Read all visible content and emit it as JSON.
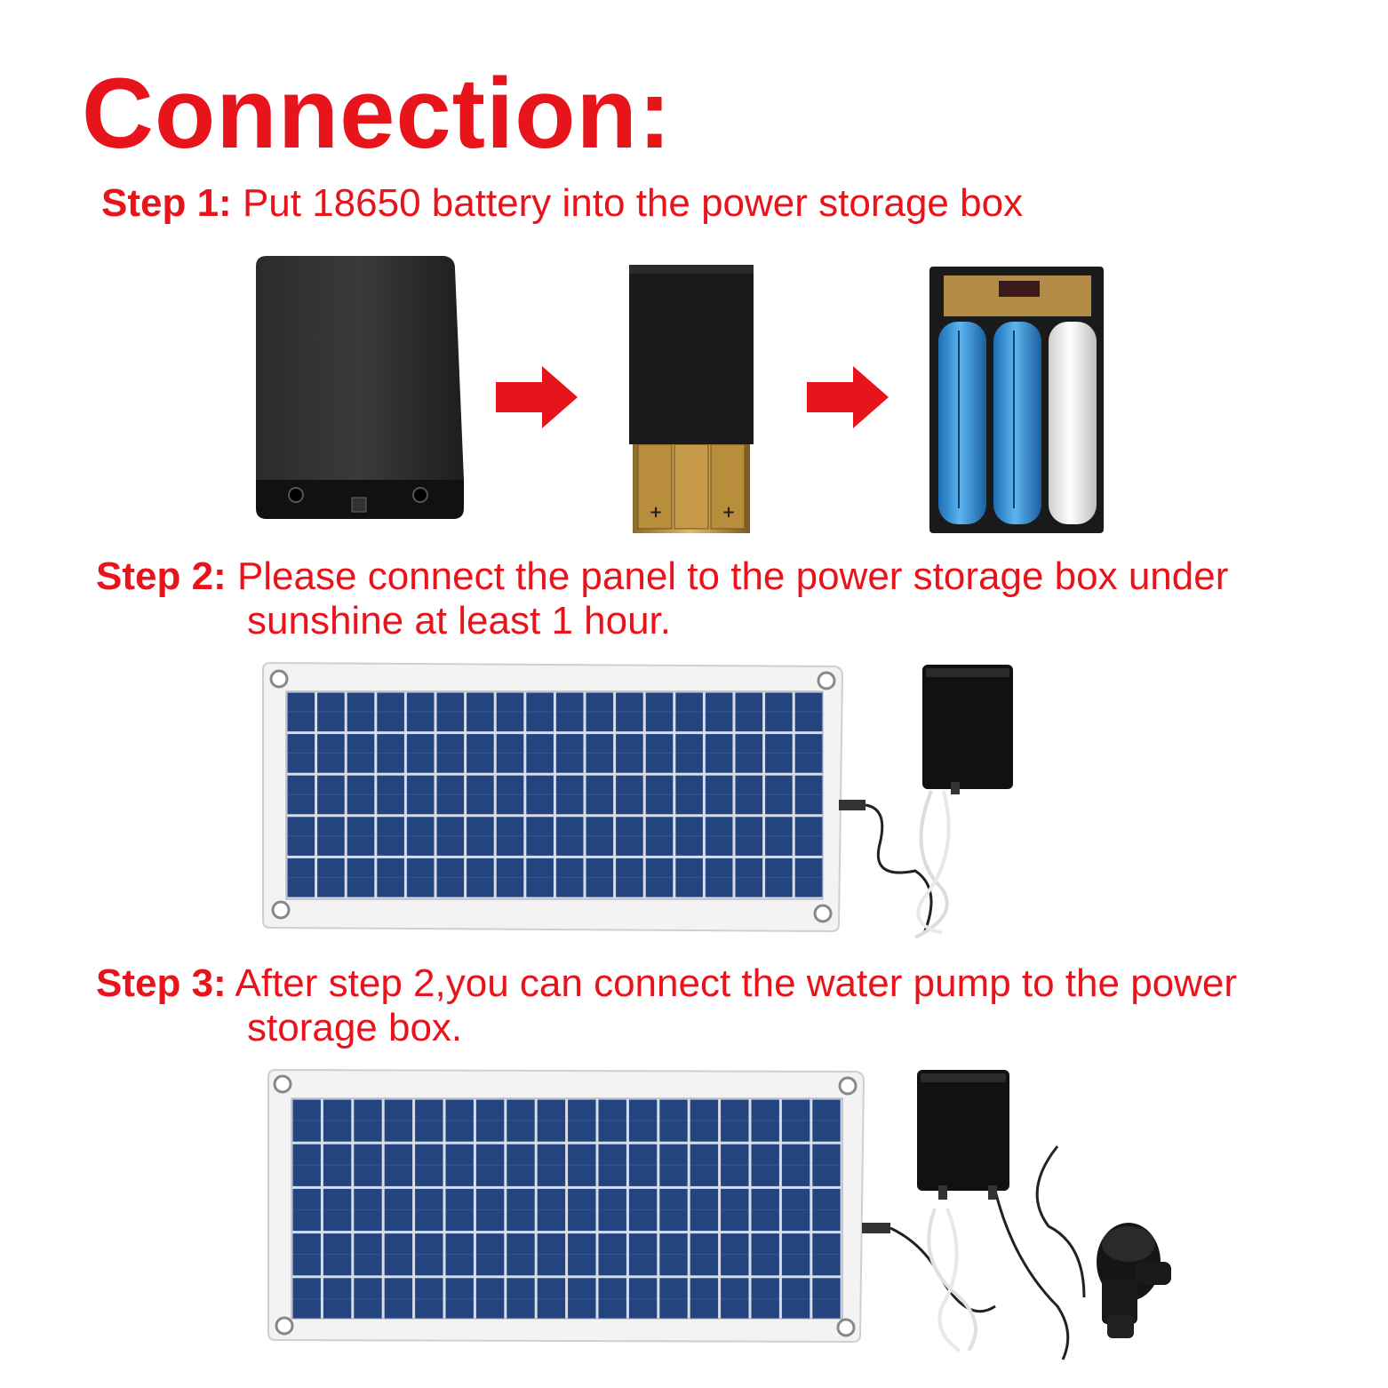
{
  "title": "Connection:",
  "steps": [
    {
      "label": "Step 1:",
      "text": "Put 18650 battery into the power storage box"
    },
    {
      "label": "Step 2:",
      "text": "Please connect the panel to the power storage box under",
      "text2": "sunshine at least 1 hour."
    },
    {
      "label": "Step 3:",
      "text": "After step 2,you can connect the water pump to the power",
      "text2": "storage box."
    }
  ],
  "colors": {
    "accent": "#e8141b",
    "panel_cell": "#1f3f7a",
    "panel_frame": "#f3f3f3",
    "box": "#1c1c1c",
    "battery_blue": "#2f8fd6",
    "gold": "#c9a04a"
  },
  "icons": [
    "arrow-right-icon",
    "arrow-right-icon"
  ]
}
